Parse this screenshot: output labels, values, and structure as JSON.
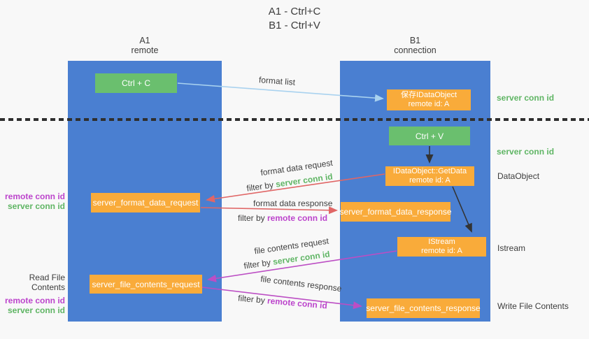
{
  "title": {
    "line1": "A1 - Ctrl+C",
    "line2": "B1 - Ctrl+V"
  },
  "lanes": {
    "a1": {
      "name": "A1",
      "role": "remote"
    },
    "b1": {
      "name": "B1",
      "role": "connection"
    }
  },
  "boxes": {
    "ctrl_c": {
      "label": "Ctrl + C"
    },
    "ctrl_v": {
      "label": "Ctrl + V"
    },
    "save_dataobject": {
      "line1": "保存IDataObject",
      "line2": "remote id: A"
    },
    "getdata": {
      "line1": "IDataObject::GetData",
      "line2": "remote id: A"
    },
    "istream": {
      "line1": "IStream",
      "line2": "remote id: A"
    },
    "format_request": {
      "label": "server_format_data_request"
    },
    "format_response": {
      "label": "server_format_data_response"
    },
    "file_request": {
      "label": "server_file_contents_request"
    },
    "file_response": {
      "label": "server_file_contents_response"
    }
  },
  "arrow_labels": {
    "format_list": "format list",
    "format_data_request": "format data request",
    "format_data_response": "format data response",
    "file_contents_request": "file contents request",
    "file_contents_response": "file contents response",
    "filter_by": "filter by ",
    "server_conn_id": "server conn id",
    "remote_conn_id": "remote conn id"
  },
  "side_labels": {
    "right_server_conn_top": "server conn id",
    "right_server_conn_mid": "server conn id",
    "dataobject": "DataObject",
    "istream": "Istream",
    "write_file_contents": "Write File Contents",
    "read_file_contents": "Read File Contents",
    "left_remote_conn_1": "remote conn id",
    "left_server_conn_1": "server conn id",
    "left_remote_conn_2": "remote conn id",
    "left_server_conn_2": "server conn id"
  },
  "colors": {
    "lane_blue": "#4a7fd1",
    "box_green": "#6abf6e",
    "box_orange": "#f9ab3a",
    "arrow_red": "#e06666",
    "arrow_magenta": "#bc4ec4",
    "arrow_light_blue": "#a9d2ef",
    "arrow_black": "#333333",
    "label_green": "#5fb564",
    "label_magenta": "#bc44cc",
    "text_dark": "#3c3c3c"
  }
}
